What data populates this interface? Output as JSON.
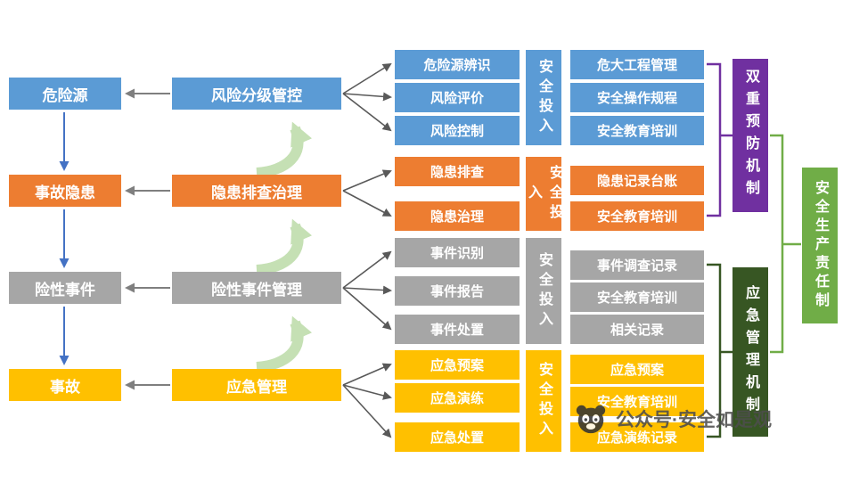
{
  "chain": [
    {
      "label": "危险源"
    },
    {
      "label": "事故隐患"
    },
    {
      "label": "险性事件"
    },
    {
      "label": "事故"
    }
  ],
  "process": [
    {
      "label": "风险分级管控"
    },
    {
      "label": "隐患排查治理"
    },
    {
      "label": "险性事件管理"
    },
    {
      "label": "应急管理"
    }
  ],
  "groups": [
    {
      "items": [
        "危险源辨识",
        "风险评价",
        "风险控制"
      ],
      "investment": "安全投入",
      "supports": [
        "危大工程管理",
        "安全操作规程",
        "安全教育培训"
      ]
    },
    {
      "items": [
        "隐患排查",
        "隐患治理"
      ],
      "investment": "安全投入",
      "supports": [
        "隐患记录台账",
        "安全教育培训"
      ]
    },
    {
      "items": [
        "事件识别",
        "事件报告",
        "事件处置"
      ],
      "investment": "安全投入",
      "supports": [
        "事件调查记录",
        "安全教育培训",
        "相关记录"
      ]
    },
    {
      "items": [
        "应急预案",
        "应急演练",
        "应急处置"
      ],
      "investment": "安全投入",
      "supports": [
        "应急预案",
        "安全教育培训",
        "应急演练记录"
      ]
    }
  ],
  "mechanisms": [
    {
      "label": "双重预防机制"
    },
    {
      "label": "应急管理机制"
    }
  ],
  "responsibility": "安全生产责任制",
  "watermark": "公众号·安全如是观",
  "colors": {
    "blue": "#5B9BD5",
    "orange": "#ED7D31",
    "gray": "#A6A6A6",
    "yellow": "#FFC000",
    "purple": "#7030A0",
    "dark_green": "#375623",
    "green": "#70AD47",
    "swoosh_green": "#C5E0B4"
  }
}
